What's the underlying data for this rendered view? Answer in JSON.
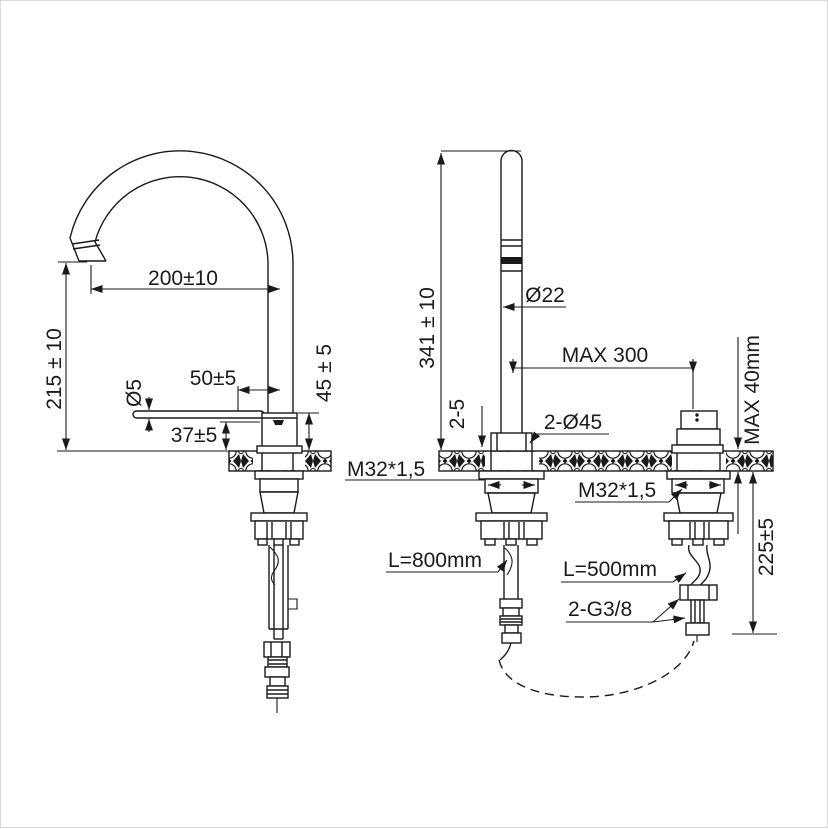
{
  "colors": {
    "background": "#ffffff",
    "line": "#1a1a1a"
  },
  "front_view": {
    "spout_reach": "200±10",
    "height_to_spout": "215 ± 10",
    "handle_length": "50±5",
    "handle_rod_diameter": "Ø5",
    "handle_height_above_deck": "37±5",
    "body_height_above_deck": "45 ± 5"
  },
  "side_view": {
    "overall_height": "341 ± 10",
    "spout_tube_diameter": "Ø22",
    "max_hole_spacing": "MAX 300",
    "base_clearance": "2-5",
    "mounting_holes": "2-Ø45",
    "spout_thread": "M32*1,5",
    "valve_thread": "M32*1,5",
    "max_deck_thickness": "MAX 40mm",
    "spout_hose_length": "L=800mm",
    "valve_hose_length": "L=500mm",
    "hose_connection": "2-G3/8",
    "under_deck_clearance": "225±5"
  }
}
